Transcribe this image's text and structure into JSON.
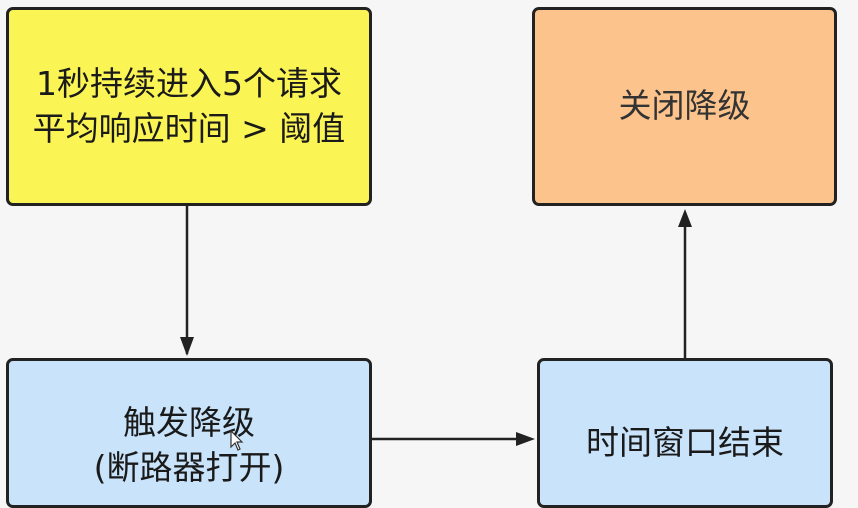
{
  "nodes": {
    "trigger_condition": {
      "line1": "1秒持续进入5个请求",
      "line2": "平均响应时间 > 阈值"
    },
    "close_degrade": {
      "label": "关闭降级"
    },
    "trigger_degrade": {
      "line1": "触发降级",
      "line2": "(断路器打开)"
    },
    "window_end": {
      "label": "时间窗口结束"
    }
  },
  "edges": [
    {
      "from": "trigger_condition",
      "to": "trigger_degrade"
    },
    {
      "from": "trigger_degrade",
      "to": "window_end"
    },
    {
      "from": "window_end",
      "to": "close_degrade"
    }
  ],
  "colors": {
    "condition_fill": "#fbf455",
    "close_fill": "#fcc48c",
    "blue_fill": "#c9e3fa",
    "stroke": "#222222"
  }
}
